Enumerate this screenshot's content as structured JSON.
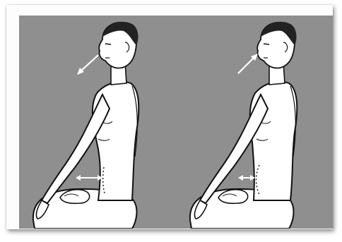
{
  "illustration": {
    "panels": [
      {
        "breath": "exhale",
        "arrow_direction": "out-down-left",
        "abdomen": "contracted"
      },
      {
        "breath": "inhale",
        "arrow_direction": "in-up-right",
        "abdomen": "expanded"
      }
    ],
    "colors": {
      "background": "#8f8f8f",
      "skin": "#ffffff",
      "line": "#111111",
      "arrow": "#ffffff",
      "frame": "#fdfdfd"
    }
  }
}
